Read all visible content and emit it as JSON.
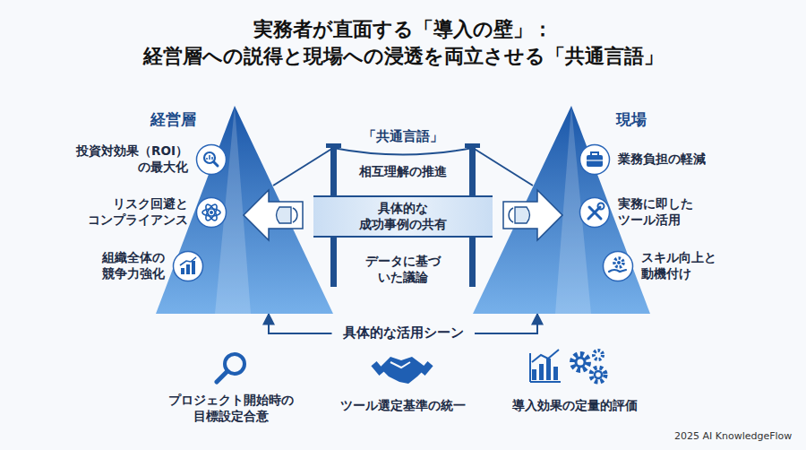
{
  "diagram": {
    "title": "実務者が直面する「導入の壁」： 経営層への説得と現場への浸透を両立させる「共通言語」",
    "nodes": [
      {
        "text": [
          "経営層"
        ]
      },
      {
        "text": [
          "投資対効果（ROI） の最大化"
        ],
        "in": 0
      },
      {
        "text": [
          "リスク回避と コンプライアンス"
        ],
        "in": 0
      },
      {
        "text": [
          "組織全体の 競争力強化"
        ],
        "in": 0
      },
      {
        "text": [
          "「共通言語」",
          "相互理解の推進",
          "データに基づ いた議論"
        ]
      },
      {
        "text": [
          "具体的な 成功事例の共有"
        ],
        "in": 4
      },
      {
        "text": [
          "現場"
        ]
      },
      {
        "text": [
          "業務負担の軽減"
        ],
        "in": 6
      },
      {
        "text": [
          "実務に即した ツール活用"
        ],
        "in": 6
      },
      {
        "text": [
          "スキル向上と 動機付け"
        ],
        "in": 6
      },
      {
        "text": [
          "具体的な活用シーン"
        ]
      }
    ],
    "edges": [
      {
        "from": 10,
        "to": 0,
        "arrow": "to"
      },
      {
        "from": 10,
        "to": 6,
        "arrow": "to"
      }
    ],
    "labels": [
      "プロジェクト開始時の 目標設定合意",
      "ツール選定基準の統一",
      "導入効果の定量的評価",
      "2025 AI KnowledgeFlow"
    ]
  }
}
